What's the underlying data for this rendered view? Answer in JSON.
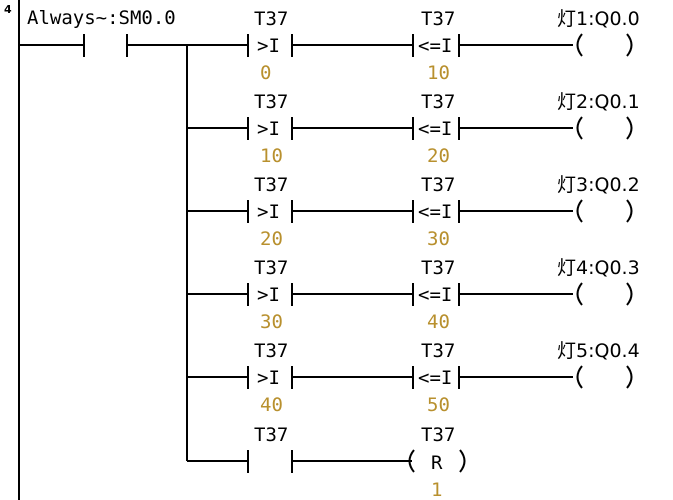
{
  "rung_number": "4",
  "contact_comment": "Always~:SM0.0",
  "compare_rows": [
    {
      "timer": "T37",
      "op1": ">I",
      "low": "0",
      "op2": "<=I",
      "high": "10",
      "coil": "灯1:Q0.0"
    },
    {
      "timer": "T37",
      "op1": ">I",
      "low": "10",
      "op2": "<=I",
      "high": "20",
      "coil": "灯2:Q0.1"
    },
    {
      "timer": "T37",
      "op1": ">I",
      "low": "20",
      "op2": "<=I",
      "high": "30",
      "coil": "灯3:Q0.2"
    },
    {
      "timer": "T37",
      "op1": ">I",
      "low": "30",
      "op2": "<=I",
      "high": "40",
      "coil": "灯4:Q0.3"
    },
    {
      "timer": "T37",
      "op1": ">I",
      "low": "40",
      "op2": "<=I",
      "high": "50",
      "coil": "灯5:Q0.4"
    }
  ],
  "reset_row": {
    "contact": "T37",
    "coil_address": "T37",
    "coil_op": "R",
    "count": "1"
  }
}
